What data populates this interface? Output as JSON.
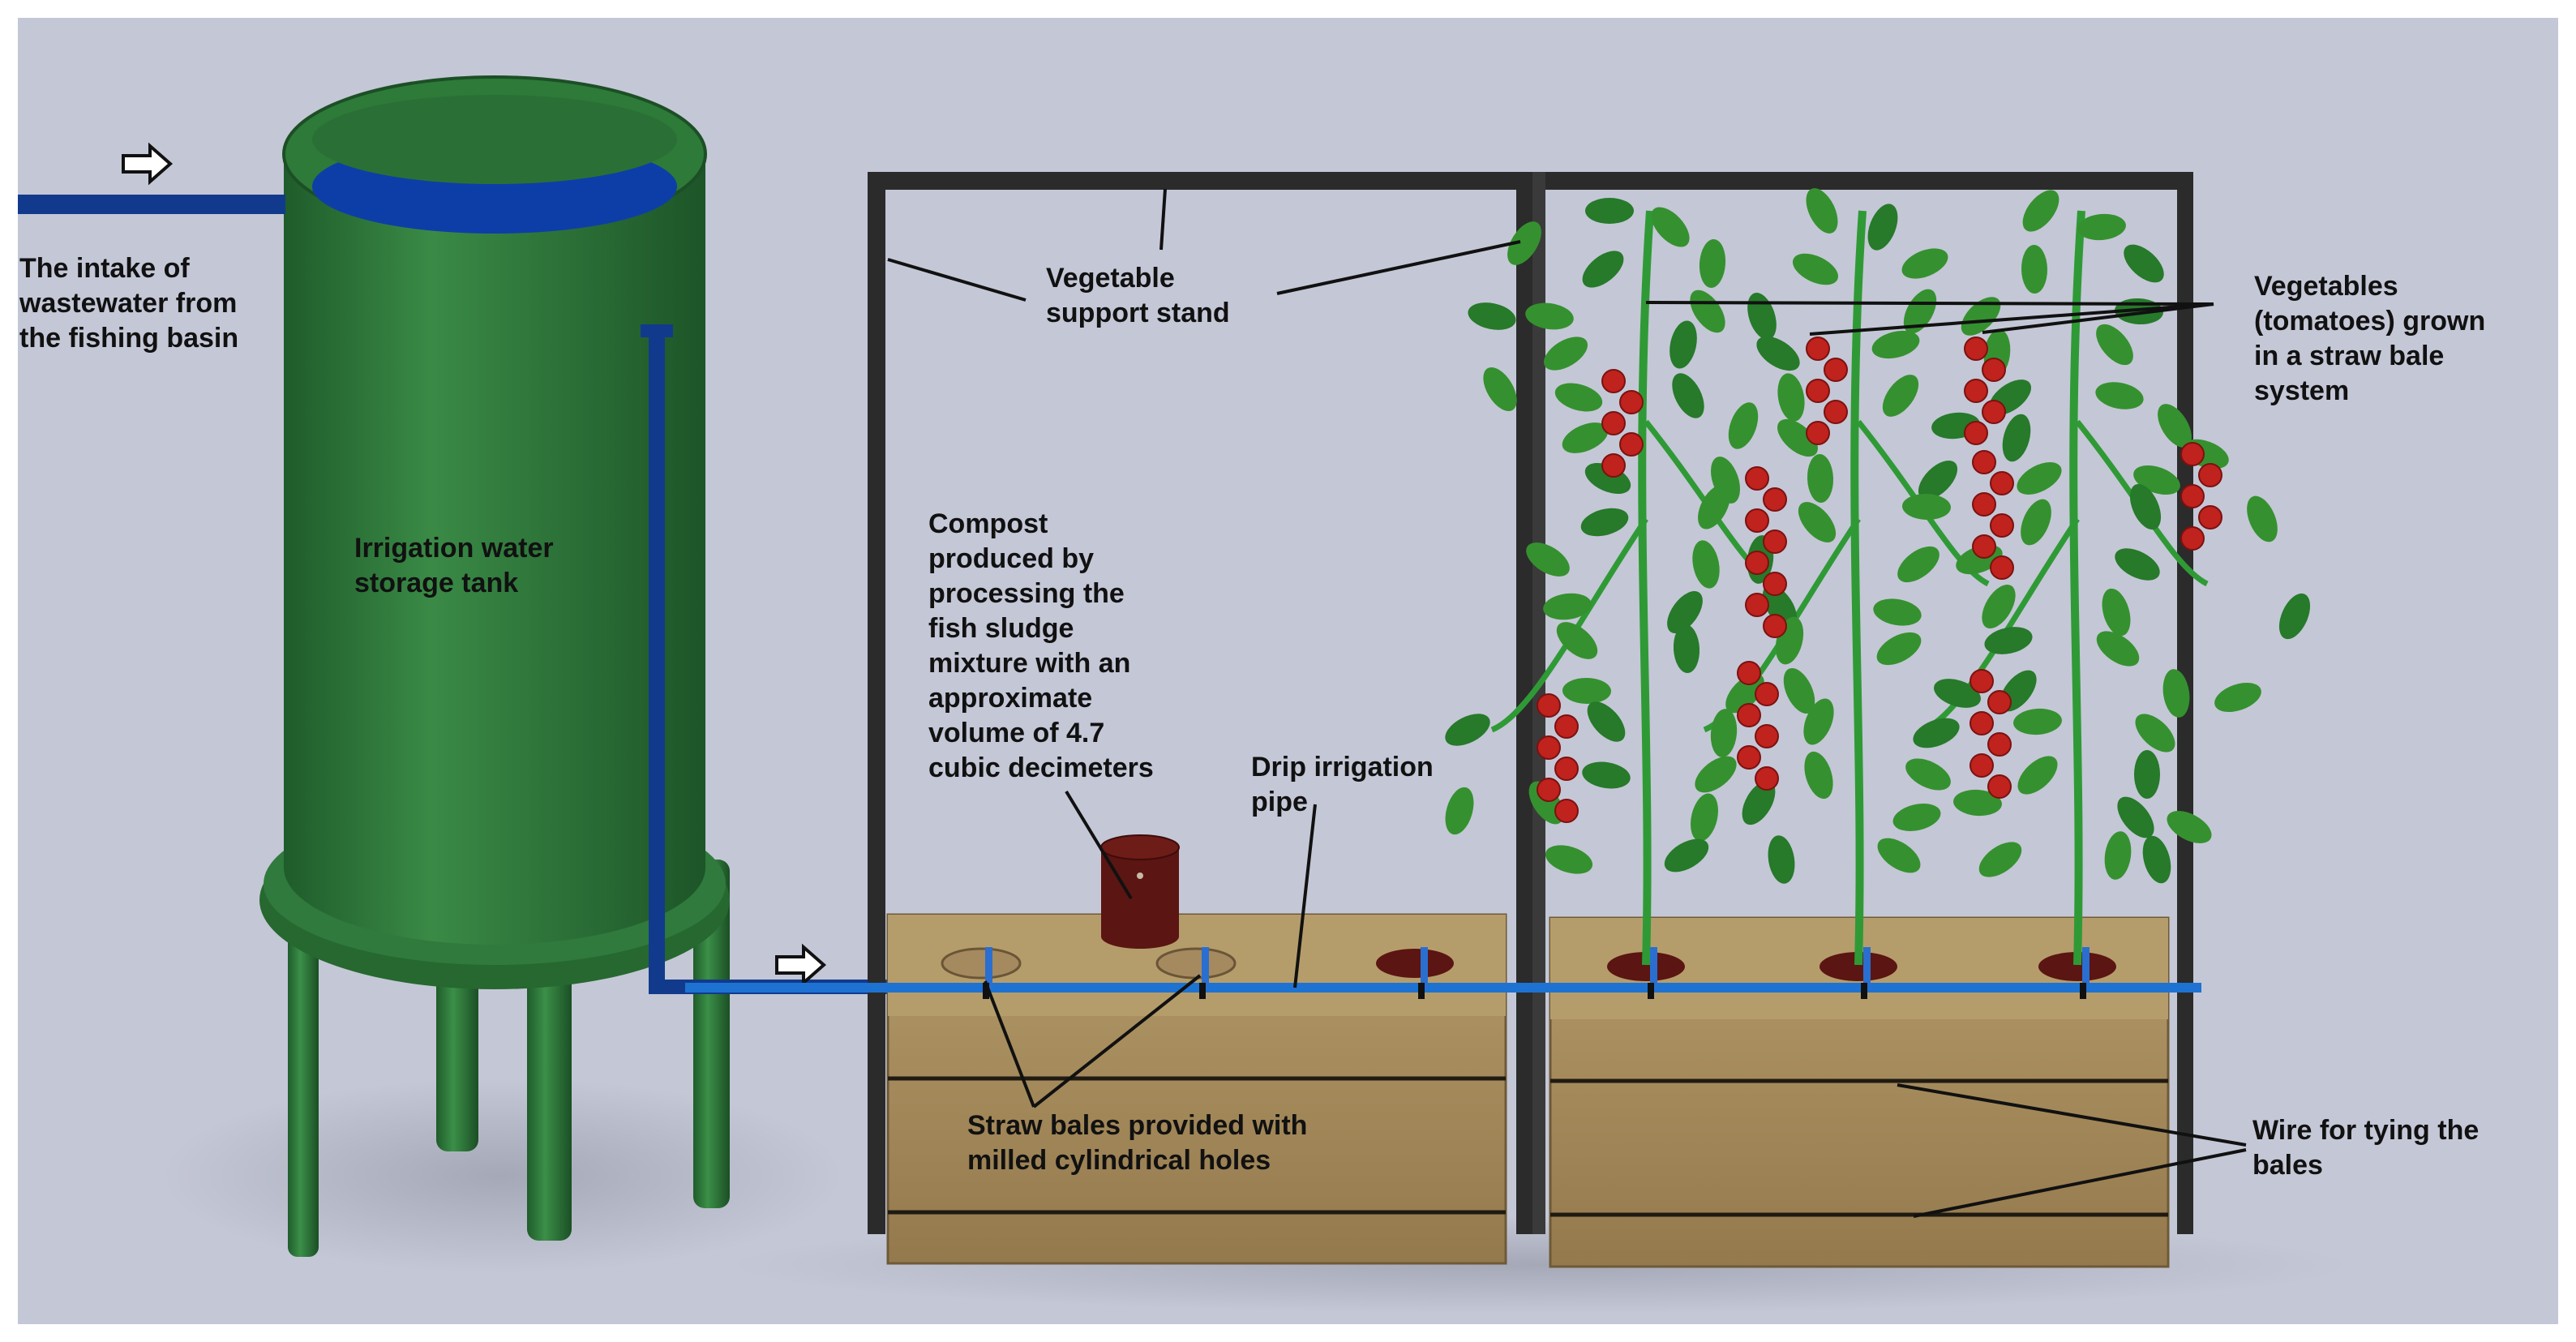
{
  "labels": {
    "intake": [
      "The intake of",
      "wastewater from",
      "the fishing basin"
    ],
    "tank": [
      "Irrigation water",
      "storage tank"
    ],
    "support_stand": [
      "Vegetable",
      "support stand"
    ],
    "vegetables": [
      "Vegetables",
      "(tomatoes) grown",
      "in a straw bale",
      "system"
    ],
    "compost": [
      "Compost",
      "produced by",
      "processing the",
      "fish sludge",
      "mixture with an",
      "approximate",
      "volume of 4.7",
      "cubic decimeters"
    ],
    "drip_pipe": [
      "Drip irrigation",
      "pipe"
    ],
    "straw_bales": [
      "Straw bales provided with",
      "milled cylindrical holes"
    ],
    "wire": [
      "Wire for tying the",
      "bales"
    ]
  },
  "colors": {
    "background": "#c4c7d6",
    "tank": "#2f7a3c",
    "tank_dark": "#1f5c2b",
    "water": "#0d3ea8",
    "pipe": "#123a8c",
    "drip_pipe": "#1e73d2",
    "bale": "#a48a5c",
    "frame": "#2b2b2b",
    "compost": "#5b1512",
    "leaf": "#2f8a2f",
    "tomato": "#c0221e",
    "flow_arrow": "white-right-arrow"
  }
}
